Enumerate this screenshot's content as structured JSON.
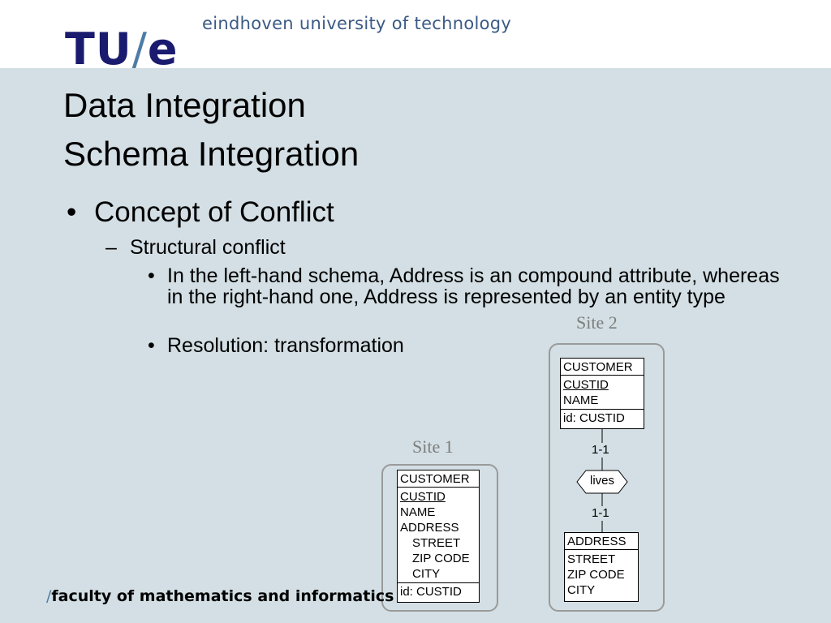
{
  "header": {
    "logo_main": "TU",
    "logo_slash": "/",
    "logo_suffix": "e",
    "university": "eindhoven university of technology"
  },
  "title": {
    "line1": "Data Integration",
    "line2": "Schema Integration"
  },
  "bullets": {
    "level1": {
      "marker": "•",
      "text": "Concept of Conflict"
    },
    "level2": {
      "marker": "–",
      "text": "Structural conflict"
    },
    "level3": [
      {
        "marker": "•",
        "text": "In the left-hand schema, Address is an compound attribute, whereas in the right-hand one, Address is represented by an entity type"
      },
      {
        "marker": "•",
        "text": "Resolution: transformation"
      }
    ]
  },
  "diagram": {
    "site1": {
      "label": "Site 1",
      "customer": {
        "name": "CUSTOMER",
        "attributes": [
          "CUSTID",
          "NAME",
          "ADDRESS",
          "STREET",
          "ZIP CODE",
          "CITY"
        ],
        "identifier": "id: CUSTID"
      }
    },
    "site2": {
      "label": "Site 2",
      "customer": {
        "name": "CUSTOMER",
        "attributes": [
          "CUSTID",
          "NAME"
        ],
        "identifier": "id: CUSTID"
      },
      "relationship": {
        "name": "lives",
        "card_top": "1-1",
        "card_bottom": "1-1"
      },
      "address": {
        "name": "ADDRESS",
        "attributes": [
          "STREET",
          "ZIP CODE",
          "CITY"
        ]
      }
    },
    "colors": {
      "background": "#d3dfe4",
      "frame": "#9a9a9a",
      "site_label": "#7d7d7d",
      "logo": "#1a1a6e",
      "accent": "#4d7da6"
    }
  },
  "footer": {
    "slash": "/",
    "text": "faculty of mathematics and informatics"
  }
}
